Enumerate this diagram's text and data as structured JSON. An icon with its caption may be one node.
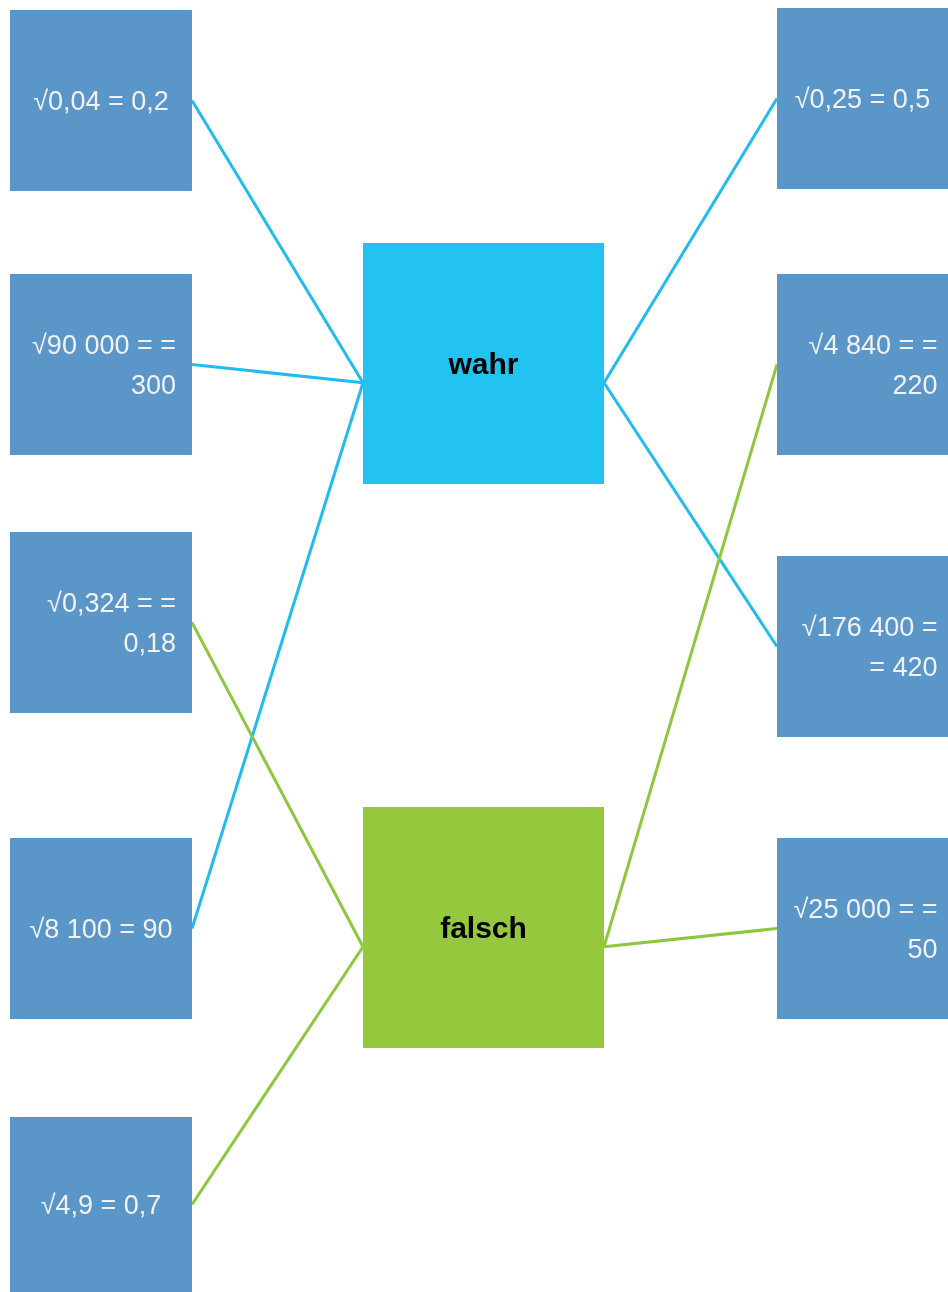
{
  "diagram": {
    "nodes": [
      {
        "text": [
          "√0,04 = 0,2"
        ]
      },
      {
        "text": [
          "√90 000 = = 300"
        ]
      },
      {
        "text": [
          "√0,324 = = 0,18"
        ]
      },
      {
        "text": [
          "√8 100 = 90"
        ]
      },
      {
        "text": [
          "√4,9 = 0,7"
        ]
      },
      {
        "text": [
          "wahr"
        ]
      },
      {
        "text": [
          "falsch"
        ]
      },
      {
        "text": [
          "√0,25 = 0,5"
        ]
      },
      {
        "text": [
          "√4 840 = = 220"
        ]
      },
      {
        "text": [
          "√176 400 = = 420"
        ]
      },
      {
        "text": [
          "√25 000 = = 50"
        ]
      }
    ],
    "edges": [
      {
        "from": 0,
        "to": 5,
        "arrow": "none"
      },
      {
        "from": 1,
        "to": 5,
        "arrow": "none"
      },
      {
        "from": 3,
        "to": 5,
        "arrow": "none"
      },
      {
        "from": 2,
        "to": 6,
        "arrow": "none",
        "color": "#8dc63f"
      },
      {
        "from": 4,
        "to": 6,
        "arrow": "none",
        "color": "#8dc63f"
      },
      {
        "from": 5,
        "to": 7,
        "arrow": "none"
      },
      {
        "from": 5,
        "to": 9,
        "arrow": "none"
      },
      {
        "from": 6,
        "to": 8,
        "arrow": "none",
        "color": "#8dc63f"
      },
      {
        "from": 6,
        "to": 10,
        "arrow": "none",
        "color": "#8dc63f"
      }
    ]
  }
}
